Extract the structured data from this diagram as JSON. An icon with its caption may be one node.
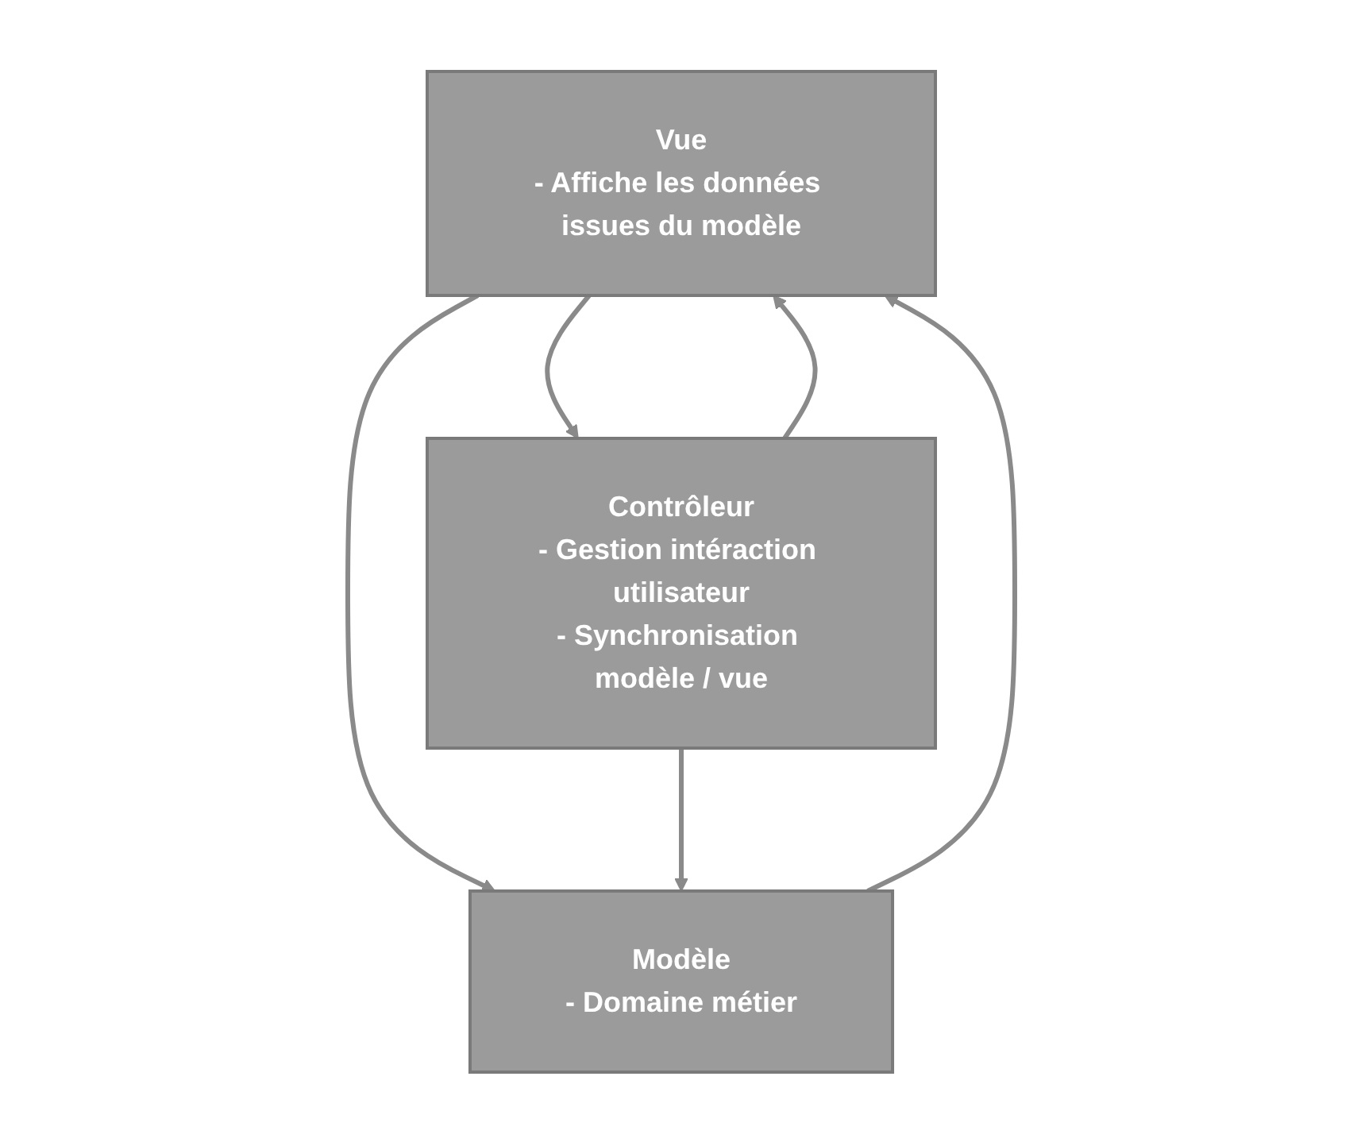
{
  "diagram": {
    "nodes": [
      {
        "text": [
          "Vue",
          "- Affiche les données issues du modèle"
        ]
      },
      {
        "text": [
          "Contrôleur",
          "- Gestion intéraction utilisateur",
          "- Synchronisation modèle / vue"
        ]
      },
      {
        "text": [
          "Modèle",
          "- Domaine métier"
        ]
      }
    ],
    "edges": [
      {
        "from": 0,
        "to": 1,
        "arrow": "to"
      },
      {
        "from": 1,
        "to": 0,
        "arrow": "to"
      },
      {
        "from": 0,
        "to": 2,
        "arrow": "to"
      },
      {
        "from": 2,
        "to": 0,
        "arrow": "to"
      },
      {
        "from": 1,
        "to": 2,
        "arrow": "to"
      }
    ]
  }
}
